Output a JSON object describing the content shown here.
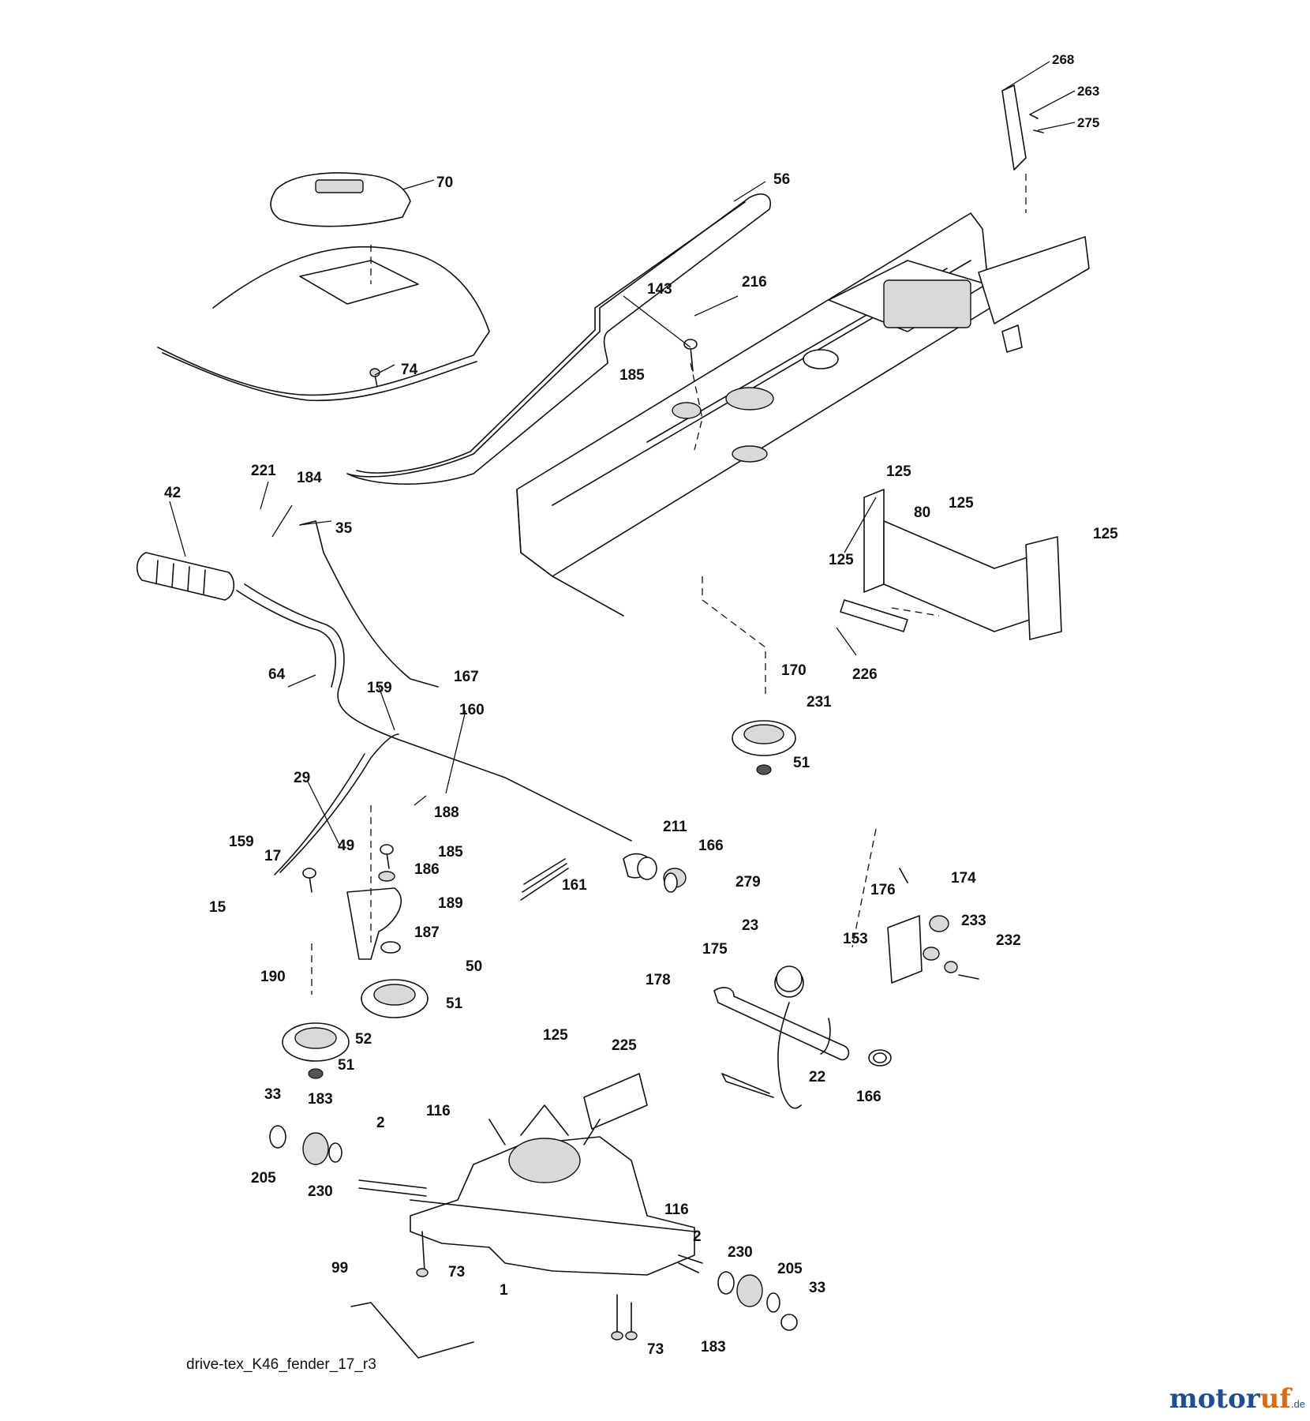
{
  "diagram": {
    "caption": "drive-tex_K46_fender_17_r3",
    "watermark": {
      "brand_main": "motor",
      "brand_accent": "uf",
      "brand_suffix": ".de"
    },
    "part_labels": {
      "p268": "268",
      "p263": "263",
      "p275": "275",
      "p70": "70",
      "p56": "56",
      "p143": "143",
      "p216": "216",
      "p74": "74",
      "p185a": "185",
      "p221": "221",
      "p184": "184",
      "p42": "42",
      "p35": "35",
      "p125a": "125",
      "p125b": "125",
      "p80": "80",
      "p125c": "125",
      "p125d": "125",
      "p226": "226",
      "p64": "64",
      "p159a": "159",
      "p167": "167",
      "p160": "160",
      "p170": "170",
      "p231": "231",
      "p51a": "51",
      "p29": "29",
      "p188": "188",
      "p211": "211",
      "p166a": "166",
      "p185b": "185",
      "p159b": "159",
      "p17": "17",
      "p49": "49",
      "p186": "186",
      "p161": "161",
      "p15": "15",
      "p189": "189",
      "p187": "187",
      "p279": "279",
      "p176": "176",
      "p174": "174",
      "p23": "23",
      "p233": "233",
      "p153": "153",
      "p232": "232",
      "p175": "175",
      "p190": "190",
      "p50": "50",
      "p178": "178",
      "p51b": "51",
      "p52": "52",
      "p51c": "51",
      "p125e": "125",
      "p225": "225",
      "p22": "22",
      "p166b": "166",
      "p33a": "33",
      "p183a": "183",
      "p116a": "116",
      "p2a": "2",
      "p205a": "205",
      "p230a": "230",
      "p116b": "116",
      "p2b": "2",
      "p230b": "230",
      "p99": "99",
      "p73a": "73",
      "p205b": "205",
      "p1": "1",
      "p33b": "33",
      "p73b": "73",
      "p183b": "183"
    }
  }
}
